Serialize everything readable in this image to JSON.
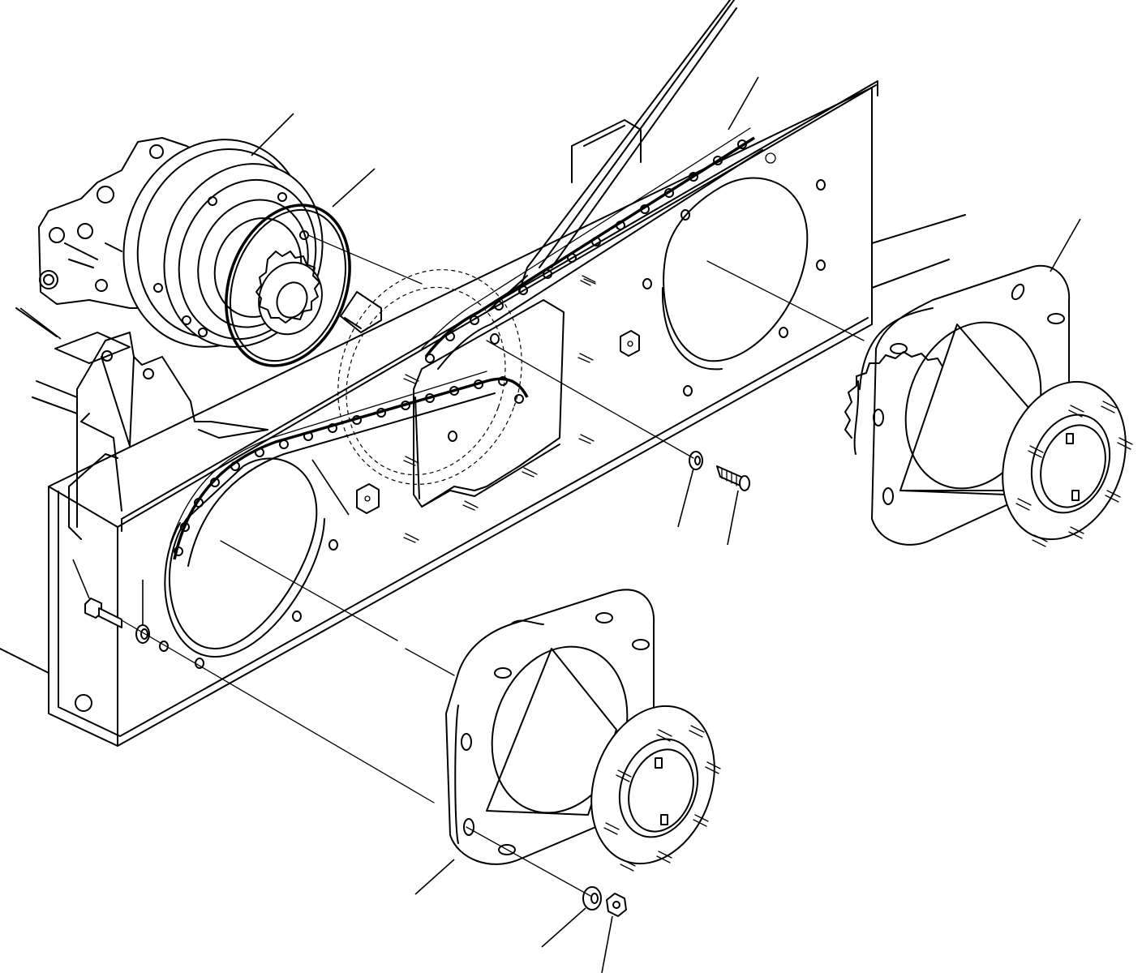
{
  "diagram": {
    "parts": [
      {
        "name": "hydraulic-drive-motor"
      },
      {
        "name": "o-ring"
      },
      {
        "name": "drive-chain-front"
      },
      {
        "name": "drive-chain-rear"
      },
      {
        "name": "chain-tank-housing"
      },
      {
        "name": "axle-hub-front"
      },
      {
        "name": "axle-hub-rear"
      },
      {
        "name": "washer"
      },
      {
        "name": "bolt"
      },
      {
        "name": "hub-washer"
      },
      {
        "name": "hub-nut"
      },
      {
        "name": "cover-bolt"
      },
      {
        "name": "cover-seal"
      }
    ],
    "colors": {
      "line": "#000000",
      "background": "#ffffff"
    }
  }
}
